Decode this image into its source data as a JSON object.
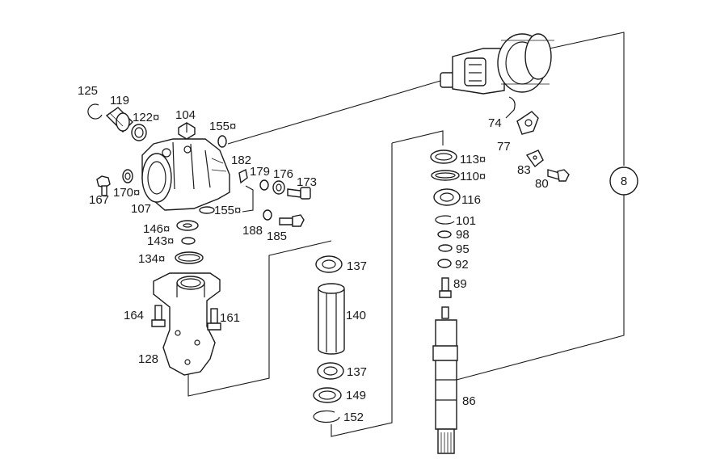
{
  "labels": {
    "l125": "125",
    "l119": "119",
    "l122": "122¤",
    "l104": "104",
    "l155a": "155¤",
    "l182": "182",
    "l179": "179",
    "l176": "176",
    "l173": "173",
    "l167": "167",
    "l170": "170¤",
    "l107": "107",
    "l155b": "155¤",
    "l188": "188",
    "l185": "185",
    "l146": "146¤",
    "l143": "143¤",
    "l134": "134¤",
    "l164": "164",
    "l161": "161",
    "l128": "128",
    "l137a": "137",
    "l140": "140",
    "l137b": "137",
    "l149": "149",
    "l152": "152",
    "l113": "113¤",
    "l110": "110¤",
    "l116": "116",
    "l101": "101",
    "l98": "98",
    "l95": "95",
    "l92": "92",
    "l89": "89",
    "l86": "86",
    "l74": "74",
    "l77": "77",
    "l83": "83",
    "l80": "80"
  },
  "callout": {
    "ref": "8"
  },
  "colors": {
    "line": "#1a1a1a",
    "background": "#ffffff"
  }
}
